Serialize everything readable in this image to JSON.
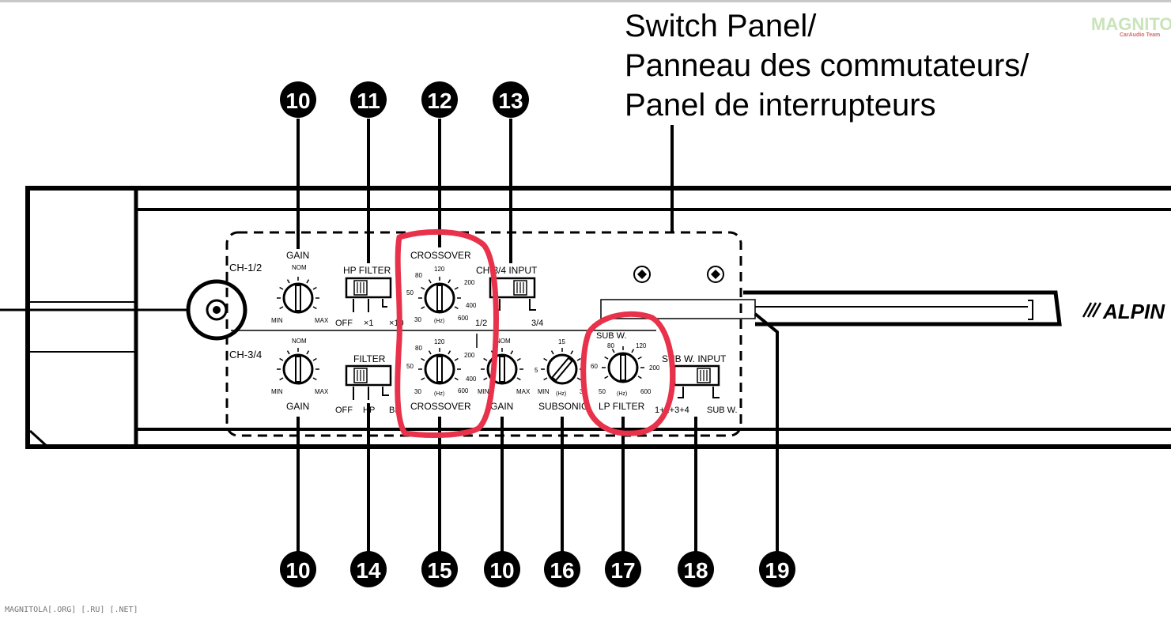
{
  "title": {
    "line1": "Switch Panel/",
    "line2": "Panneau des commutateurs/",
    "line3": "Panel de interrupteurs"
  },
  "watermark": {
    "logo": "MAGNITOLA",
    "sub": "CarAudio Team",
    "footer": "MAGNITOLA[.ORG] [.RU] [.NET]"
  },
  "brand": "ALPIN",
  "colors": {
    "highlight": "#e8314a",
    "ink": "#000000",
    "watermark_green": "#c9e4b9"
  },
  "callouts": {
    "c10a": "10",
    "c11": "11",
    "c12": "12",
    "c13": "13",
    "c10b": "10",
    "c14": "14",
    "c15": "15",
    "c10c": "10",
    "c16": "16",
    "c17": "17",
    "c18": "18",
    "c19": "19"
  },
  "panel": {
    "ch12_label": "CH-1/2",
    "ch34_label": "CH-3/4",
    "gain_top": "GAIN",
    "gain_bottom": "GAIN",
    "gain_nom": "NOM",
    "gain_min": "MIN",
    "gain_max": "MAX",
    "hp_filter": "HP FILTER",
    "hp_off": "OFF",
    "hp_x1": "×1",
    "hp_x10": "×10",
    "crossover_top": "CROSSOVER",
    "crossover_bottom": "CROSSOVER",
    "xo_ticks": {
      "t30": "30",
      "t50": "50",
      "t80": "80",
      "t120": "120",
      "t200": "200",
      "t400": "400",
      "t600": "600",
      "hz": "(Hz)"
    },
    "ch34_input": "CH-3/4 INPUT",
    "input_12": "1/2",
    "input_34": "3/4",
    "filter": "FILTER",
    "filter_off": "OFF",
    "filter_hp": "HP",
    "filter_bp": "BP",
    "gain_sub": "GAIN",
    "subsonic": "SUBSONIC",
    "sub_ticks": {
      "t5": "5",
      "t15": "15",
      "t30": "30",
      "hz": "(Hz)"
    },
    "subw": "SUB W.",
    "lp_filter": "LP FILTER",
    "lp_ticks": {
      "t50": "50",
      "t60": "60",
      "t80": "80",
      "t120": "120",
      "t200": "200",
      "t600": "600",
      "hz": "(Hz)"
    },
    "subw_input": "SUB W. INPUT",
    "subw_in_1234": "1+2+3+4",
    "subw_in_subw": "SUB W."
  }
}
